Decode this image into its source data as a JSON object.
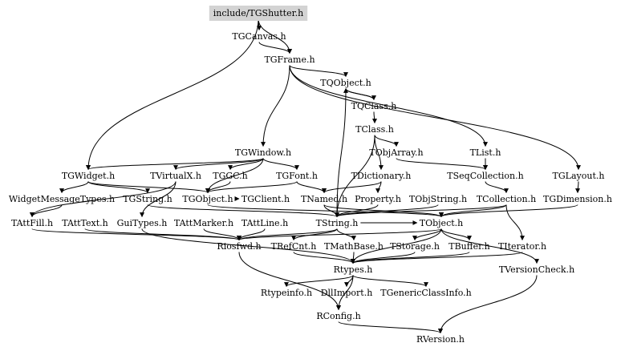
{
  "graph": {
    "root": "include/TGShutter.h",
    "root_fill": "#d3d3d3",
    "line_color": "#000000",
    "nodes": [
      {
        "id": "tgshutter",
        "label": "include/TGShutter.h"
      },
      {
        "id": "tgcanvas",
        "label": "TGCanvas.h"
      },
      {
        "id": "tgframe",
        "label": "TGFrame.h"
      },
      {
        "id": "tqobject",
        "label": "TQObject.h"
      },
      {
        "id": "tqclass",
        "label": "TQClass.h"
      },
      {
        "id": "tclass",
        "label": "TClass.h"
      },
      {
        "id": "tobjarray",
        "label": "TObjArray.h"
      },
      {
        "id": "tlist",
        "label": "TList.h"
      },
      {
        "id": "tgwindow",
        "label": "TGWindow.h"
      },
      {
        "id": "tgwidget",
        "label": "TGWidget.h"
      },
      {
        "id": "tvirtualx",
        "label": "TVirtualX.h"
      },
      {
        "id": "tggc",
        "label": "TGGC.h"
      },
      {
        "id": "tgfont",
        "label": "TGFont.h"
      },
      {
        "id": "tdictionary",
        "label": "TDictionary.h"
      },
      {
        "id": "tseqcollection",
        "label": "TSeqCollection.h"
      },
      {
        "id": "tglayout",
        "label": "TGLayout.h"
      },
      {
        "id": "widgetmessagetypes",
        "label": "WidgetMessageTypes.h"
      },
      {
        "id": "tgstring",
        "label": "TGString.h"
      },
      {
        "id": "tgobject",
        "label": "TGObject.h"
      },
      {
        "id": "tgclient",
        "label": "TGClient.h"
      },
      {
        "id": "tnamed",
        "label": "TNamed.h"
      },
      {
        "id": "property",
        "label": "Property.h"
      },
      {
        "id": "tobjstring",
        "label": "TObjString.h"
      },
      {
        "id": "tcollection",
        "label": "TCollection.h"
      },
      {
        "id": "tgdimension",
        "label": "TGDimension.h"
      },
      {
        "id": "tattfill",
        "label": "TAttFill.h"
      },
      {
        "id": "tatttext",
        "label": "TAttText.h"
      },
      {
        "id": "guitypes",
        "label": "GuiTypes.h"
      },
      {
        "id": "tattmarker",
        "label": "TAttMarker.h"
      },
      {
        "id": "tattline",
        "label": "TAttLine.h"
      },
      {
        "id": "tstring",
        "label": "TString.h"
      },
      {
        "id": "tobject",
        "label": "TObject.h"
      },
      {
        "id": "riosfwd",
        "label": "Riosfwd.h"
      },
      {
        "id": "trefcnt",
        "label": "TRefCnt.h"
      },
      {
        "id": "tmathbase",
        "label": "TMathBase.h"
      },
      {
        "id": "tstorage",
        "label": "TStorage.h"
      },
      {
        "id": "tbuffer",
        "label": "TBuffer.h"
      },
      {
        "id": "titerator",
        "label": "TIterator.h"
      },
      {
        "id": "rtypes",
        "label": "Rtypes.h"
      },
      {
        "id": "tversioncheck",
        "label": "TVersionCheck.h"
      },
      {
        "id": "rtypeinfo",
        "label": "Rtypeinfo.h"
      },
      {
        "id": "dllimport",
        "label": "DllImport.h"
      },
      {
        "id": "tgenericclassinfo",
        "label": "TGenericClassInfo.h"
      },
      {
        "id": "rconfig",
        "label": "RConfig.h"
      },
      {
        "id": "rversion",
        "label": "RVersion.h"
      }
    ],
    "edges": [
      [
        "tgshutter",
        "tgcanvas"
      ],
      [
        "tgshutter",
        "tgframe"
      ],
      [
        "tgshutter",
        "tgwidget"
      ],
      [
        "tgcanvas",
        "tgframe"
      ],
      [
        "tgframe",
        "tqobject"
      ],
      [
        "tgframe",
        "tgwindow"
      ],
      [
        "tgframe",
        "tlist"
      ],
      [
        "tgframe",
        "tglayout"
      ],
      [
        "tqobject",
        "tqclass"
      ],
      [
        "tqobject",
        "tstring"
      ],
      [
        "tqclass",
        "tqobject"
      ],
      [
        "tqclass",
        "tclass"
      ],
      [
        "tclass",
        "tobjarray"
      ],
      [
        "tclass",
        "tdictionary"
      ],
      [
        "tclass",
        "tstring"
      ],
      [
        "tobjarray",
        "tseqcollection"
      ],
      [
        "tlist",
        "tseqcollection"
      ],
      [
        "tgwindow",
        "tgwidget"
      ],
      [
        "tgwindow",
        "tvirtualx"
      ],
      [
        "tgwindow",
        "tggc"
      ],
      [
        "tgwindow",
        "tgfont"
      ],
      [
        "tgwindow",
        "tgobject"
      ],
      [
        "tgwidget",
        "widgetmessagetypes"
      ],
      [
        "tgwidget",
        "tgstring"
      ],
      [
        "tgwidget",
        "tgobject"
      ],
      [
        "tvirtualx",
        "guitypes"
      ],
      [
        "tvirtualx",
        "tattfill"
      ],
      [
        "tggc",
        "tgobject"
      ],
      [
        "tgfont",
        "tnamed"
      ],
      [
        "tgfont",
        "tgobject"
      ],
      [
        "tdictionary",
        "property"
      ],
      [
        "tdictionary",
        "tnamed"
      ],
      [
        "tseqcollection",
        "tcollection"
      ],
      [
        "tglayout",
        "tgdimension"
      ],
      [
        "widgetmessagetypes",
        "tattfill"
      ],
      [
        "tgstring",
        "tstring"
      ],
      [
        "tgobject",
        "tgclient"
      ],
      [
        "tgobject",
        "tobject"
      ],
      [
        "tnamed",
        "tstring"
      ],
      [
        "tnamed",
        "tobject"
      ],
      [
        "property",
        "tstring"
      ],
      [
        "tobjstring",
        "tstring"
      ],
      [
        "tcollection",
        "tobject"
      ],
      [
        "tcollection",
        "titerator"
      ],
      [
        "tcollection",
        "tstring"
      ],
      [
        "tgdimension",
        "tobject"
      ],
      [
        "tattfill",
        "riosfwd"
      ],
      [
        "tatttext",
        "riosfwd"
      ],
      [
        "guitypes",
        "rtypes"
      ],
      [
        "tattmarker",
        "riosfwd"
      ],
      [
        "tattline",
        "riosfwd"
      ],
      [
        "tstring",
        "trefcnt"
      ],
      [
        "tstring",
        "tmathbase"
      ],
      [
        "tstring",
        "riosfwd"
      ],
      [
        "tstring",
        "tobject"
      ],
      [
        "tobject",
        "tstorage"
      ],
      [
        "tobject",
        "tbuffer"
      ],
      [
        "tobject",
        "tversioncheck"
      ],
      [
        "tobject",
        "riosfwd"
      ],
      [
        "tobject",
        "rtypes"
      ],
      [
        "riosfwd",
        "rconfig"
      ],
      [
        "trefcnt",
        "rtypes"
      ],
      [
        "tmathbase",
        "rtypes"
      ],
      [
        "tstorage",
        "rtypes"
      ],
      [
        "tbuffer",
        "rtypes"
      ],
      [
        "titerator",
        "rtypes"
      ],
      [
        "rtypes",
        "rtypeinfo"
      ],
      [
        "rtypes",
        "dllimport"
      ],
      [
        "rtypes",
        "tgenericclassinfo"
      ],
      [
        "rtypes",
        "rconfig"
      ],
      [
        "tversioncheck",
        "rversion"
      ],
      [
        "rconfig",
        "rversion"
      ]
    ]
  }
}
